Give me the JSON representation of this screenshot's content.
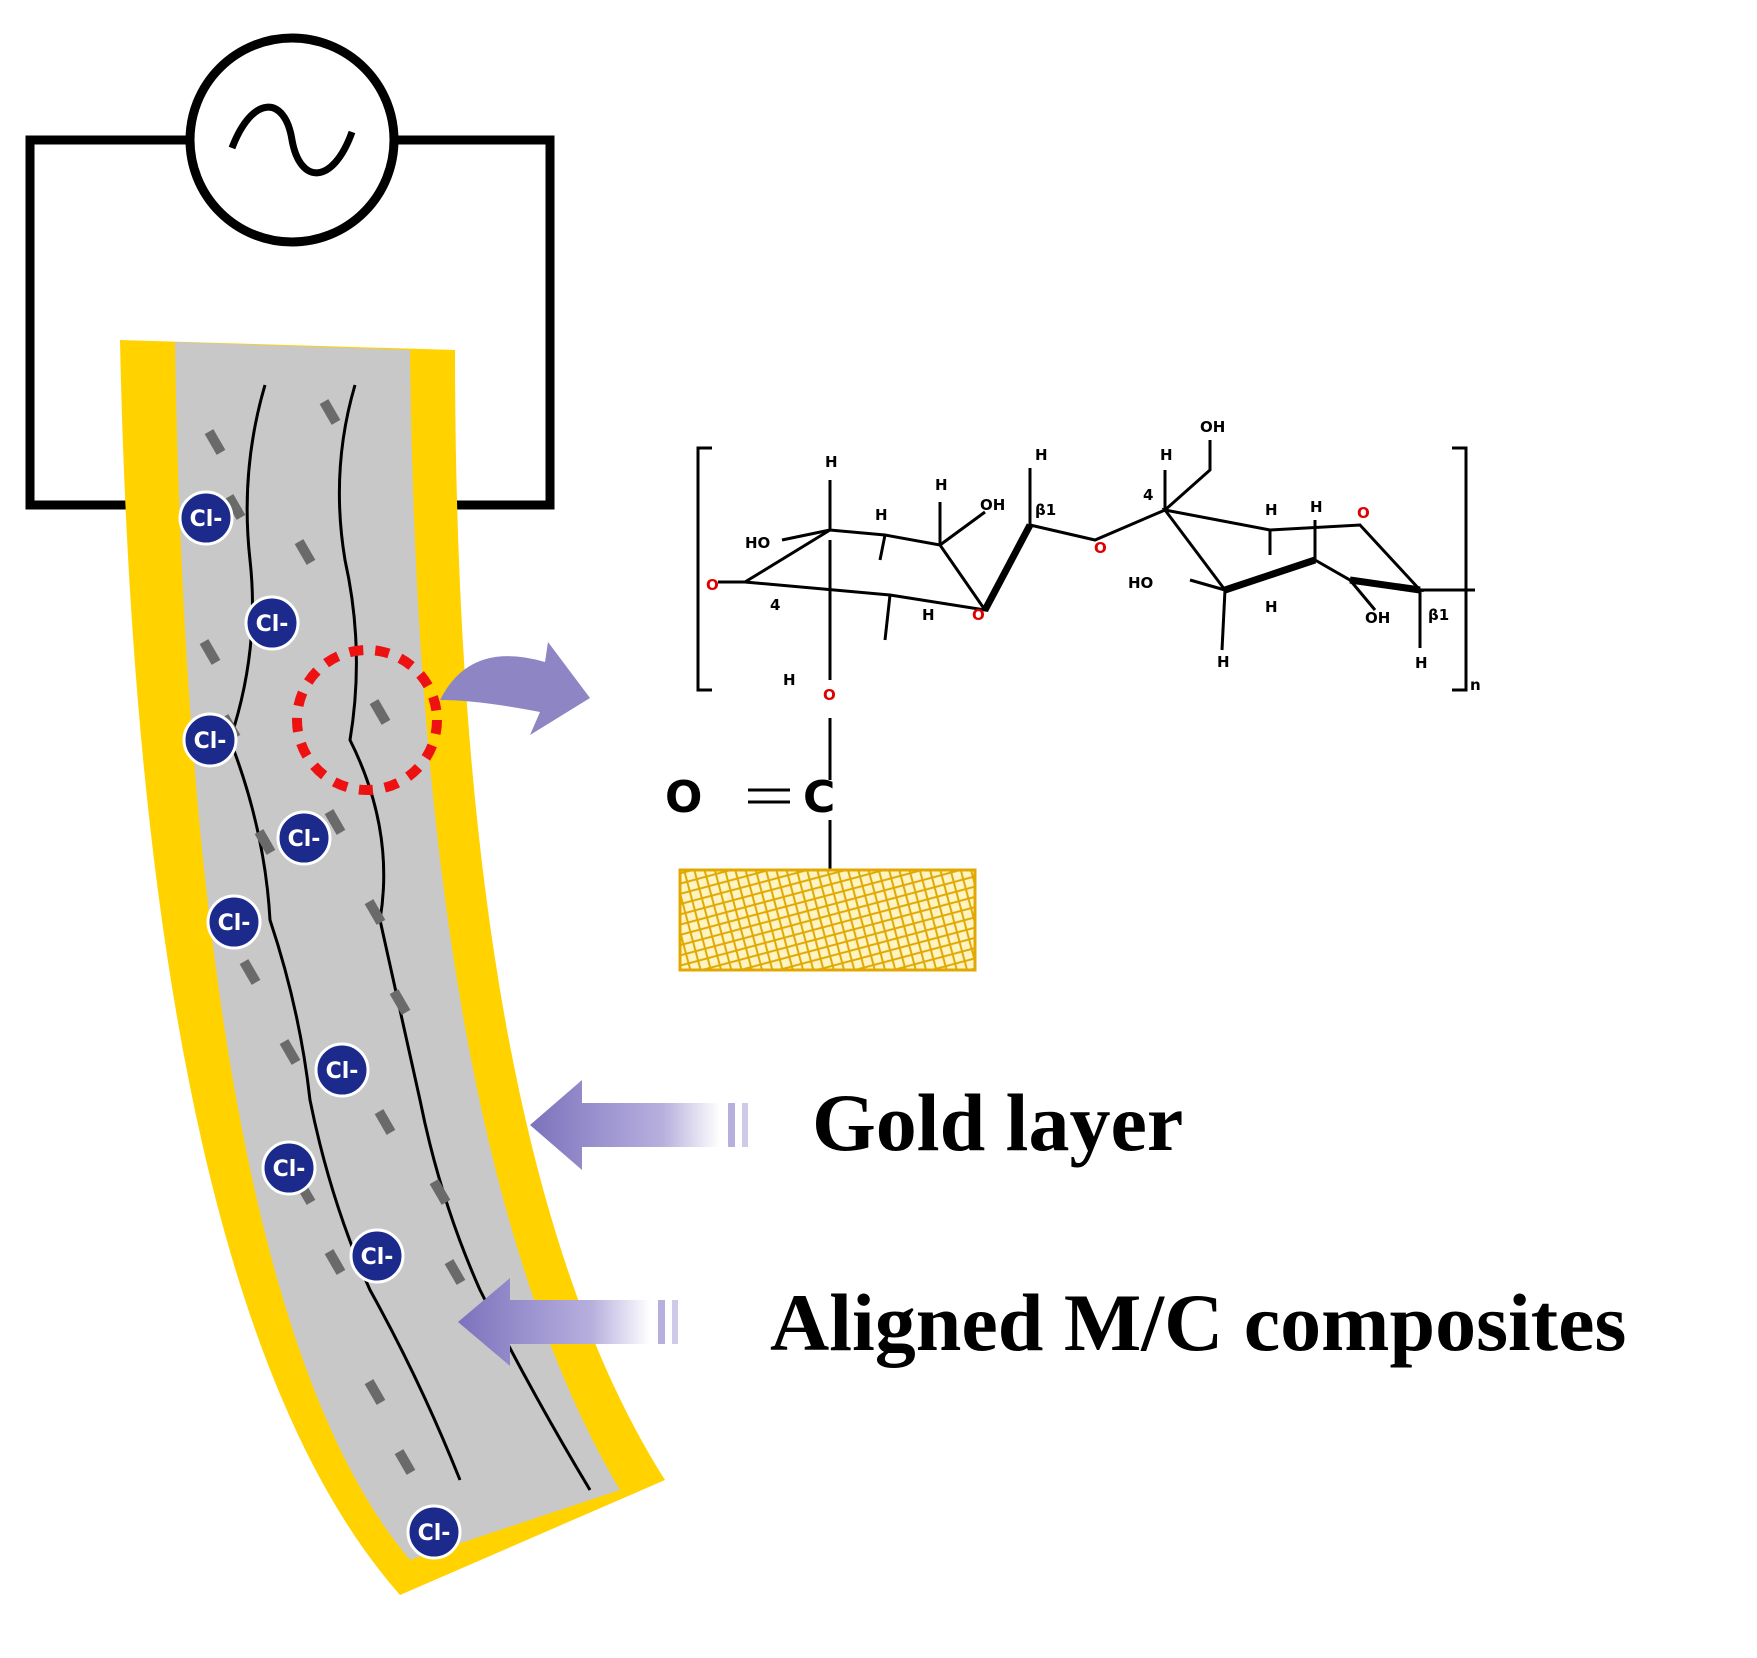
{
  "labels": {
    "gold_layer": "Gold layer",
    "composite": "Aligned M/C composites",
    "ion": "Cl-"
  },
  "molecule": {
    "h": "H",
    "ho": "HO",
    "oh": "OH",
    "o": "O",
    "c": "C",
    "n": "n",
    "b1": "β1",
    "four": "4"
  },
  "colors": {
    "gold": "#ffd200",
    "membrane": "#c8c8c8",
    "ion": "#1c2a8c",
    "arrow": "#8e86c4",
    "dashed_circle": "#ee1111",
    "oxygen": "#e00000",
    "nanotube": "#e0a800"
  }
}
